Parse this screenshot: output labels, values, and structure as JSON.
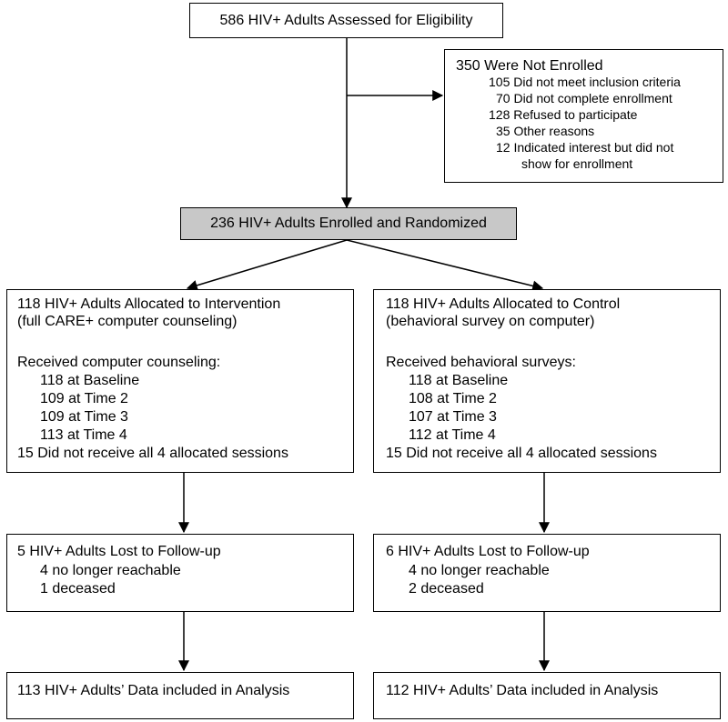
{
  "assessed": "586 HIV+ Adults Assessed for Eligibility",
  "not_enrolled": {
    "title": "350 Were Not Enrolled",
    "reasons": [
      "105 Did not meet inclusion criteria",
      "70 Did not complete enrollment",
      "128 Refused to participate",
      "35 Other reasons",
      "12 Indicated interest but did not",
      "show for enrollment"
    ]
  },
  "randomized": "236 HIV+ Adults Enrolled and Randomized",
  "intervention": {
    "title": "118 HIV+ Adults Allocated to Intervention",
    "subtitle": "(full CARE+ computer counseling)",
    "received_label": "Received computer counseling:",
    "sessions": [
      "118 at Baseline",
      "109 at Time 2",
      "109 at Time 3",
      "113 at Time 4"
    ],
    "incomplete": "15 Did not receive all 4 allocated sessions",
    "lost_title": "5 HIV+ Adults Lost to Follow-up",
    "lost_reasons": [
      "4 no longer reachable",
      "1 deceased"
    ],
    "analysis": "113 HIV+ Adults’ Data included in Analysis"
  },
  "control": {
    "title": "118 HIV+ Adults Allocated to Control",
    "subtitle": "(behavioral survey on computer)",
    "received_label": "Received behavioral surveys:",
    "sessions": [
      "118 at Baseline",
      "108 at Time 2",
      "107 at Time 3",
      "112 at Time 4"
    ],
    "incomplete": "15 Did not receive all 4 allocated sessions",
    "lost_title": "6 HIV+ Adults Lost to Follow-up",
    "lost_reasons": [
      "4 no longer reachable",
      "2 deceased"
    ],
    "analysis": "112 HIV+ Adults’ Data included in Analysis"
  },
  "colors": {
    "line": "#000000",
    "shaded_box": "#c8c8c8",
    "background": "#ffffff"
  }
}
